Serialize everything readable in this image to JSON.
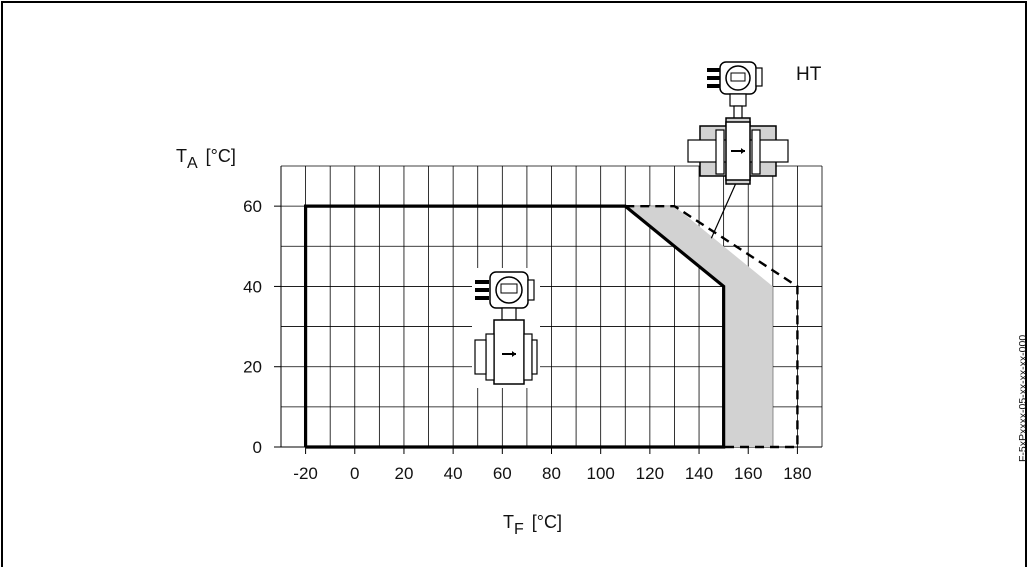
{
  "chart_data": {
    "type": "area",
    "xlabel": {
      "main": "T",
      "sub": "F",
      "unit": "[°C]"
    },
    "ylabel": {
      "main": "T",
      "sub": "A",
      "unit": "[°C]"
    },
    "x_ticks": [
      -20,
      0,
      20,
      40,
      60,
      80,
      100,
      120,
      140,
      160,
      180
    ],
    "y_ticks": [
      0,
      20,
      40,
      60
    ],
    "xlim": [
      -30,
      190
    ],
    "ylim": [
      0,
      70
    ],
    "grid": true,
    "series": [
      {
        "style": "solid-outline",
        "points": [
          [
            -20,
            0
          ],
          [
            -20,
            60
          ],
          [
            110,
            60
          ],
          [
            150,
            40
          ],
          [
            150,
            0
          ],
          [
            -20,
            0
          ]
        ]
      },
      {
        "name": "HT",
        "style": "dashed-outline",
        "points": [
          [
            110,
            60
          ],
          [
            130,
            60
          ],
          [
            180,
            40
          ],
          [
            180,
            0
          ],
          [
            150,
            0
          ]
        ]
      }
    ],
    "shaded_region": {
      "fill": "#d2d2d2",
      "points": [
        [
          110,
          60
        ],
        [
          130,
          60
        ],
        [
          170,
          40
        ],
        [
          170,
          0
        ],
        [
          150,
          0
        ],
        [
          150,
          40
        ]
      ]
    },
    "annotations": [
      {
        "text": "HT",
        "pointer_to": [
          145,
          52
        ]
      }
    ]
  },
  "figure_code": "F-5xPxxxx-05-xx-xx-xx-000",
  "colors": {
    "outline": "#000000",
    "shade": "#d2d2d2",
    "grid": "#000000"
  }
}
